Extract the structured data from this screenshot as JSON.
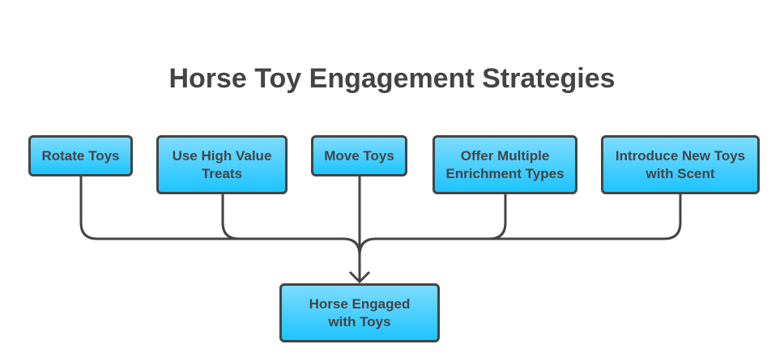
{
  "title": "Horse Toy Engagement Strategies",
  "strategies": [
    {
      "label": "Rotate Toys"
    },
    {
      "label": "Use High Value Treats"
    },
    {
      "label": "Move Toys"
    },
    {
      "label": "Offer Multiple Enrichment Types"
    },
    {
      "label": "Introduce New Toys with Scent"
    }
  ],
  "outcome": {
    "label": "Horse Engaged with Toys"
  },
  "colors": {
    "box_fill_top": "#7ddcff",
    "box_fill_bottom": "#1ec4ff",
    "stroke": "#444444"
  }
}
